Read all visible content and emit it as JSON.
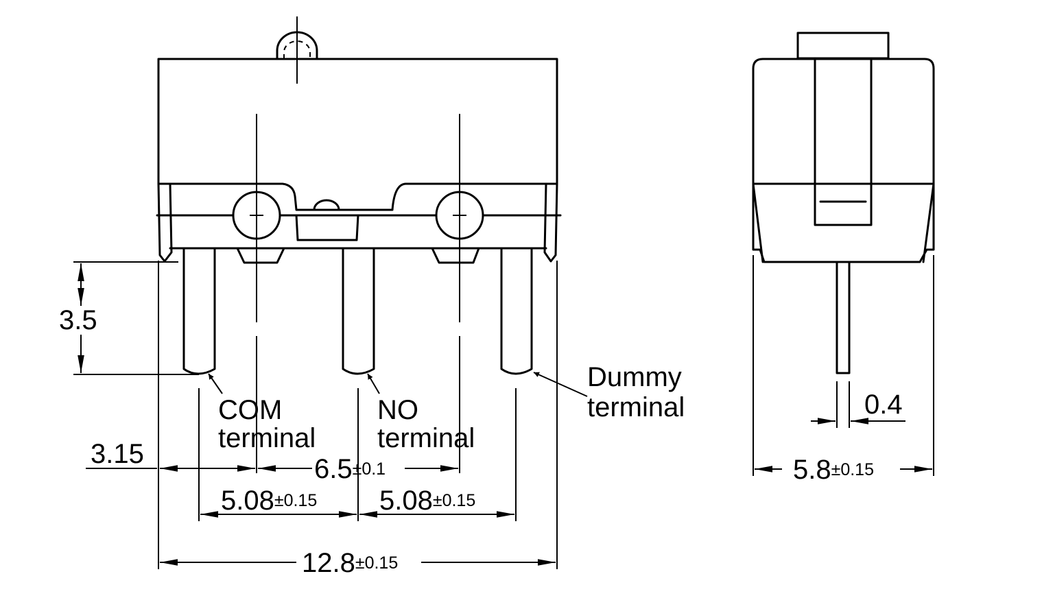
{
  "labels": {
    "com_line1": "COM",
    "com_line2": "terminal",
    "no_line1": "NO",
    "no_line2": "terminal",
    "dummy_line1": "Dummy",
    "dummy_line2": "terminal"
  },
  "dimensions": {
    "height_3_5": "3.5",
    "offset_3_15": "3.15",
    "pitch_6_5": "6.5",
    "pitch_6_5_tol": "±0.1",
    "pitch_5_08_left": "5.08",
    "pitch_5_08_left_tol": "±0.15",
    "pitch_5_08_right": "5.08",
    "pitch_5_08_right_tol": "±0.15",
    "width_12_8": "12.8",
    "width_12_8_tol": "±0.15",
    "pin_0_4": "0.4",
    "depth_5_8": "5.8",
    "depth_5_8_tol": "±0.15"
  }
}
